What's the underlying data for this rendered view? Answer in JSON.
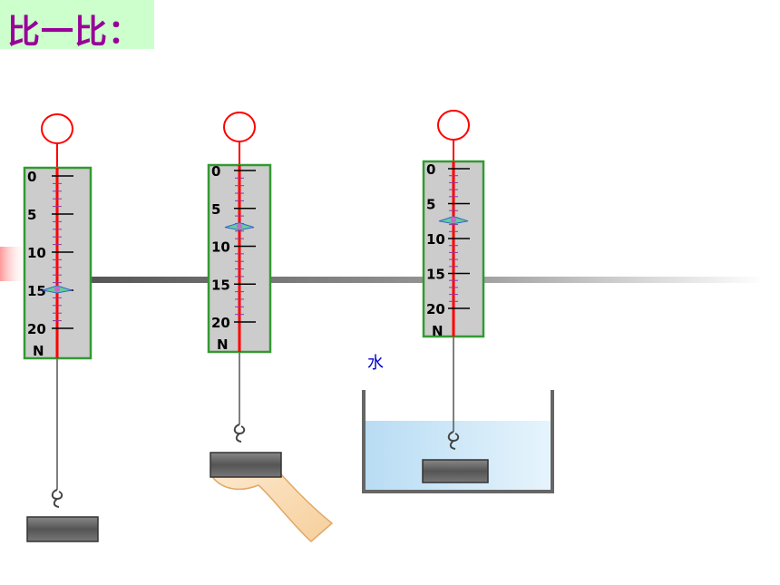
{
  "title": "比一比：",
  "water_label": "水",
  "scale": {
    "ticks": [
      "0",
      "5",
      "10",
      "15",
      "20"
    ],
    "unit": "N",
    "max": 20
  },
  "gauges": [
    {
      "name": "in-air",
      "reading": 15
    },
    {
      "name": "held-by-hand",
      "reading": 7.5
    },
    {
      "name": "in-water",
      "reading": 7.5
    }
  ],
  "colors": {
    "frame": "#339933",
    "body": "#cccccc",
    "spring": "#ff0000",
    "ring": "#ff0000",
    "title_bg": "#ccffcc",
    "title_text": "#990099",
    "water": "#cce8f8"
  }
}
